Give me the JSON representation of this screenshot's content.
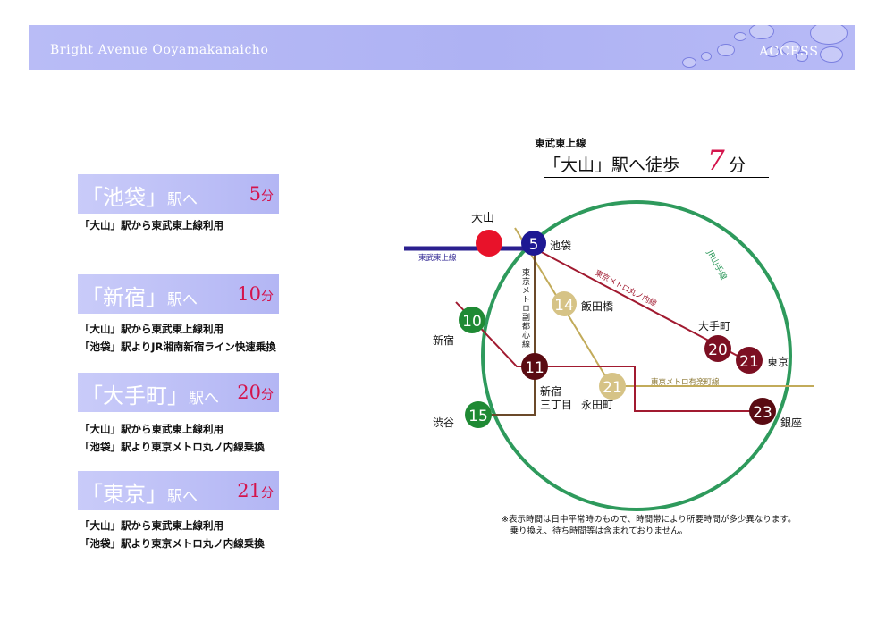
{
  "header": {
    "brand": "Bright Avenue Ooyamakanaicho",
    "section": "ACCESS"
  },
  "routes": [
    {
      "station": "「池袋」",
      "eki": "駅へ",
      "minutes": "5",
      "fun": "分",
      "lines": [
        "「大山」駅から東武東上線利用"
      ]
    },
    {
      "station": "「新宿」",
      "eki": "駅へ",
      "minutes": "10",
      "fun": "分",
      "lines": [
        "「大山」駅から東武東上線利用",
        "「池袋」駅よりJR湘南新宿ライン快速乗換"
      ]
    },
    {
      "station": "「大手町」",
      "eki": "駅へ",
      "minutes": "20",
      "fun": "分",
      "lines": [
        "「大山」駅から東武東上線利用",
        "「池袋」駅より東京メトロ丸ノ内線乗換"
      ]
    },
    {
      "station": "「東京」",
      "eki": "駅へ",
      "minutes": "21",
      "fun": "分",
      "lines": [
        "「大山」駅から東武東上線利用",
        "「池袋」駅より東京メトロ丸ノ内線乗換"
      ]
    }
  ],
  "map": {
    "subtitle": "東武東上線",
    "title_pre": "「大山」駅へ徒歩",
    "title_num": "7",
    "title_post": "分",
    "line_labels": {
      "tobu": "東武東上線",
      "yamanote": "JR山手線",
      "marunouchi": "東京メトロ丸ノ内線",
      "fukutoshin": "東京メトロ副都心線",
      "yurakucho": "東京メトロ有楽町線"
    },
    "stations": {
      "ooyama": "大山",
      "ikebukuro": "池袋",
      "iidabashi": "飯田橋",
      "shinjuku": "新宿",
      "otemachi": "大手町",
      "tokyo": "東京",
      "shinjuku3": "新宿",
      "shinjuku3b": "三丁目",
      "nagatacho": "永田町",
      "shibuya": "渋谷",
      "ginza": "銀座"
    },
    "minutes": {
      "ikebukuro": "5",
      "iidabashi": "14",
      "shinjuku": "10",
      "otemachi": "20",
      "tokyo": "21",
      "shinjuku3": "11",
      "nagatacho": "21",
      "shibuya": "15",
      "ginza": "23"
    },
    "colors": {
      "yamanote": "#2e9a5c",
      "tobu": "#2a1f8f",
      "marunouchi": "#a11a30",
      "fukutoshin": "#6b4a2a",
      "yurakucho": "#c2ab5a",
      "ooyama": "#e8122a",
      "ikebukuro_circle": "#1d1893",
      "green_circle": "#1f8a34",
      "maroon_circle": "#7c0f22",
      "dark_circle": "#5a0b12",
      "gold_circle": "#d6c386"
    },
    "note": [
      "※表示時間は日中平常時のもので、時間帯により所要時間が多少異なります。",
      "　乗り換え、待ち時間等は含まれておりません。"
    ]
  }
}
